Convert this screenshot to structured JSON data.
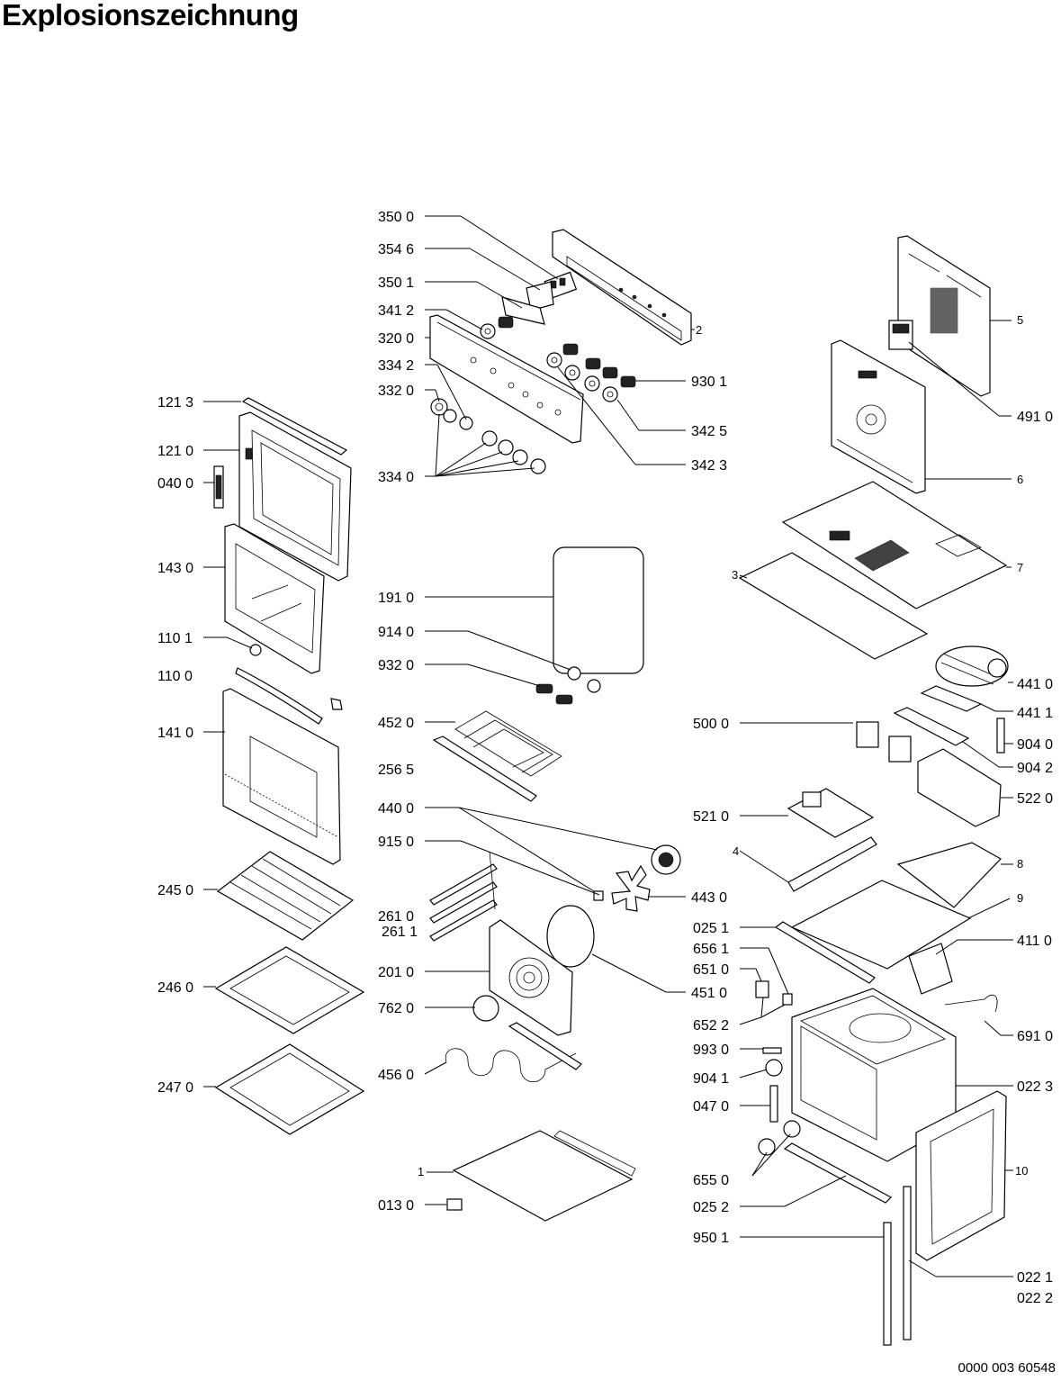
{
  "header": {
    "title": "Explosionszeichnung"
  },
  "footer": {
    "doc_number": "0000 003 60548"
  },
  "parts": {
    "p3500": "350 0",
    "p3546": "354 6",
    "p3501": "350 1",
    "p3412": "341 2",
    "p3200": "320 0",
    "p3342": "334 2",
    "p3320": "332 0",
    "p3340": "334 0",
    "p9301": "930 1",
    "p3425": "342 5",
    "p3423": "342 3",
    "p1213": "121 3",
    "p1210": "121 0",
    "p0400": "040 0",
    "p1430": "143 0",
    "p1101": "110 1",
    "p1100": "110 0",
    "p1410": "141 0",
    "p2450": "245 0",
    "p2460": "246 0",
    "p2470": "247 0",
    "p1910": "191 0",
    "p9140": "914 0",
    "p9320": "932 0",
    "p4520": "452 0",
    "p2565": "256 5",
    "p4400": "440 0",
    "p9150": "915 0",
    "p4430": "443 0",
    "p2610": "261 0",
    "p2611": "261 1",
    "p2010": "201 0",
    "p4510": "451 0",
    "p7620": "762 0",
    "p4560": "456 0",
    "p0130": "013 0",
    "p4910": "491 0",
    "p4410": "441 0",
    "p4411": "441 1",
    "p5000": "500 0",
    "p9040": "904 0",
    "p9042": "904 2",
    "p5220": "522 0",
    "p5210": "521 0",
    "p0251": "025 1",
    "p6561": "656 1",
    "p6510": "651 0",
    "p6522": "652 2",
    "p4110": "411 0",
    "p6910": "691 0",
    "p9930": "993 0",
    "p9041": "904 1",
    "p0223": "022 3",
    "p0470": "047 0",
    "p6550": "655 0",
    "p0252": "025 2",
    "p9501": "950 1",
    "p0221": "022 1",
    "p0222": "022 2",
    "n1": "1",
    "n2": "2",
    "n3": "3",
    "n4": "4",
    "n5": "5",
    "n6": "6",
    "n7": "7",
    "n8": "8",
    "n9": "9",
    "n10": "10"
  }
}
